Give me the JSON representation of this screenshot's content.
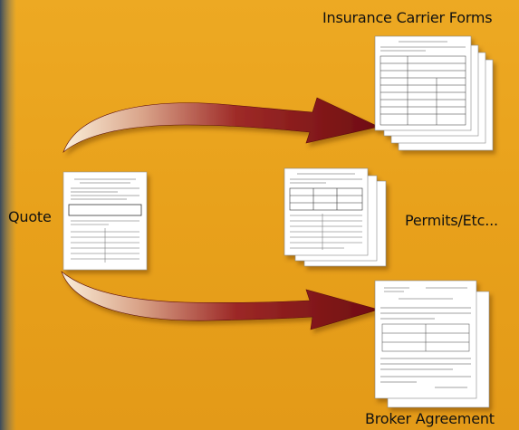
{
  "labels": {
    "insurance_carrier_forms": "Insurance Carrier Forms",
    "quote": "Quote",
    "permits": "Permits/Etc...",
    "broker_agreement": "Broker Agreement"
  },
  "colors": {
    "background": "#e8a21c",
    "left_edge": "#4a5a6a",
    "arrow_dark": "#7a0f12",
    "arrow_light": "#f6e6cc",
    "paper": "#ffffff"
  }
}
